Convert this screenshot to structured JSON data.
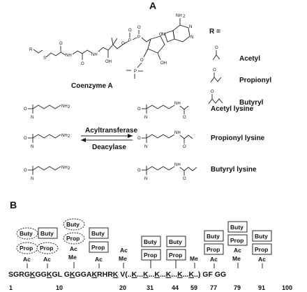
{
  "panel_a": {
    "label": "A",
    "r_equals": "R =",
    "coenzyme_label": "Coenzyme A",
    "acyl_groups": [
      "Acetyl",
      "Propionyl",
      "Butyryl"
    ],
    "lysine_products": [
      "Acetyl lysine",
      "Propionyl lysine",
      "Butyryl lysine"
    ],
    "forward_enzyme": "Acyltransferase",
    "reverse_enzyme": "Deacylase",
    "atoms": {
      "R": "R",
      "S": "S",
      "O": "O",
      "N": "N",
      "NH": "NH",
      "NH2": "NH",
      "P": "P",
      "OH": "OH",
      "N_ring": "N",
      "NH2_ring": "NH",
      "sub2": "2"
    }
  },
  "panel_b": {
    "label": "B",
    "sequence_parts": [
      "SGRG",
      "K",
      "GG",
      "K",
      "GL G",
      "K",
      "GGA",
      "K",
      "RHR",
      "K",
      " V(",
      "..",
      "K",
      "...",
      "K",
      "...",
      "K",
      "...",
      "K",
      "...",
      "K",
      "...",
      "K",
      "..) GF GG"
    ],
    "numbers": [
      "1",
      "10",
      "20",
      "31",
      "44",
      "59",
      "77",
      "79",
      "91",
      "100"
    ],
    "mod_labels": {
      "ac": "Ac",
      "me": "Me",
      "buty": "Buty",
      "prop": "Prop"
    }
  }
}
